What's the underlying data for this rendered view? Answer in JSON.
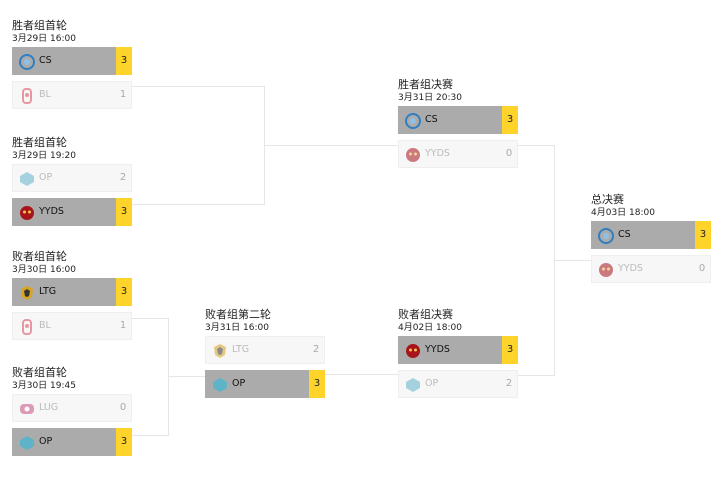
{
  "matches": {
    "w1a": {
      "title": "胜者组首轮",
      "time": "3月29日 16:00",
      "teams": [
        {
          "name": "CS",
          "score": "3",
          "logo": "cs-logo-icon",
          "color": "#2f7fc1"
        },
        {
          "name": "BL",
          "score": "1",
          "logo": "bl-logo-icon",
          "color": "#d94a5a"
        }
      ]
    },
    "w1b": {
      "title": "胜者组首轮",
      "time": "3月29日 19:20",
      "teams": [
        {
          "name": "OP",
          "score": "2",
          "logo": "op-logo-icon",
          "color": "#5fb3c9"
        },
        {
          "name": "YYDS",
          "score": "3",
          "logo": "yyds-logo-icon",
          "color": "#a8141c"
        }
      ]
    },
    "l1a": {
      "title": "败者组首轮",
      "time": "3月30日 16:00",
      "teams": [
        {
          "name": "LTG",
          "score": "3",
          "logo": "ltg-logo-icon",
          "color": "#d9a520"
        },
        {
          "name": "BL",
          "score": "1",
          "logo": "bl-logo-icon",
          "color": "#d94a5a"
        }
      ]
    },
    "l1b": {
      "title": "败者组首轮",
      "time": "3月30日 19:45",
      "teams": [
        {
          "name": "LUG",
          "score": "0",
          "logo": "lug-logo-icon",
          "color": "#c94f86"
        },
        {
          "name": "OP",
          "score": "3",
          "logo": "op-logo-icon",
          "color": "#5fb3c9"
        }
      ]
    },
    "l2": {
      "title": "败者组第二轮",
      "time": "3月31日 16:00",
      "teams": [
        {
          "name": "LTG",
          "score": "2",
          "logo": "ltg-logo-icon",
          "color": "#d9a520"
        },
        {
          "name": "OP",
          "score": "3",
          "logo": "op-logo-icon",
          "color": "#5fb3c9"
        }
      ]
    },
    "wf": {
      "title": "胜者组决赛",
      "time": "3月31日 20:30",
      "teams": [
        {
          "name": "CS",
          "score": "3",
          "logo": "cs-logo-icon",
          "color": "#2f7fc1"
        },
        {
          "name": "YYDS",
          "score": "0",
          "logo": "yyds-logo-icon",
          "color": "#a8141c"
        }
      ]
    },
    "lf": {
      "title": "败者组决赛",
      "time": "4月02日 18:00",
      "teams": [
        {
          "name": "YYDS",
          "score": "3",
          "logo": "yyds-logo-icon",
          "color": "#a8141c"
        },
        {
          "name": "OP",
          "score": "2",
          "logo": "op-logo-icon",
          "color": "#5fb3c9"
        }
      ]
    },
    "gf": {
      "title": "总决赛",
      "time": "4月03日 18:00",
      "teams": [
        {
          "name": "CS",
          "score": "3",
          "logo": "cs-logo-icon",
          "color": "#2f7fc1"
        },
        {
          "name": "YYDS",
          "score": "0",
          "logo": "yyds-logo-icon",
          "color": "#a8141c"
        }
      ]
    }
  },
  "colors": {
    "winner_bg": "#ababab",
    "score_highlight": "#ffd42a"
  }
}
